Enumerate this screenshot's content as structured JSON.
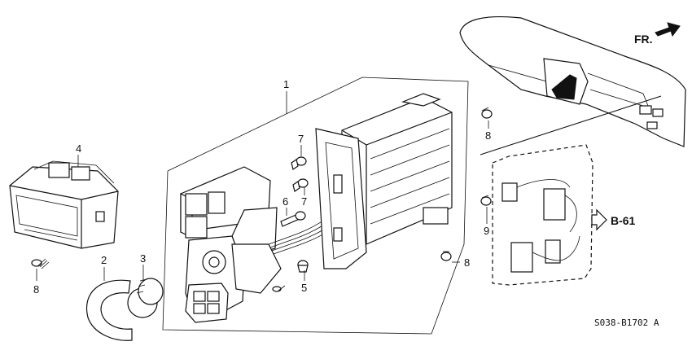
{
  "callouts": {
    "c1": "1",
    "c2": "2",
    "c3": "3",
    "c4": "4",
    "c5": "5",
    "c6": "6",
    "c7a": "7",
    "c7b": "7",
    "c8_left": "8",
    "c8_mid": "8",
    "c8_top": "8",
    "c9": "9"
  },
  "direction_label": "FR.",
  "reference_label": "B-61",
  "diagram_code": "S038-B1702 A"
}
